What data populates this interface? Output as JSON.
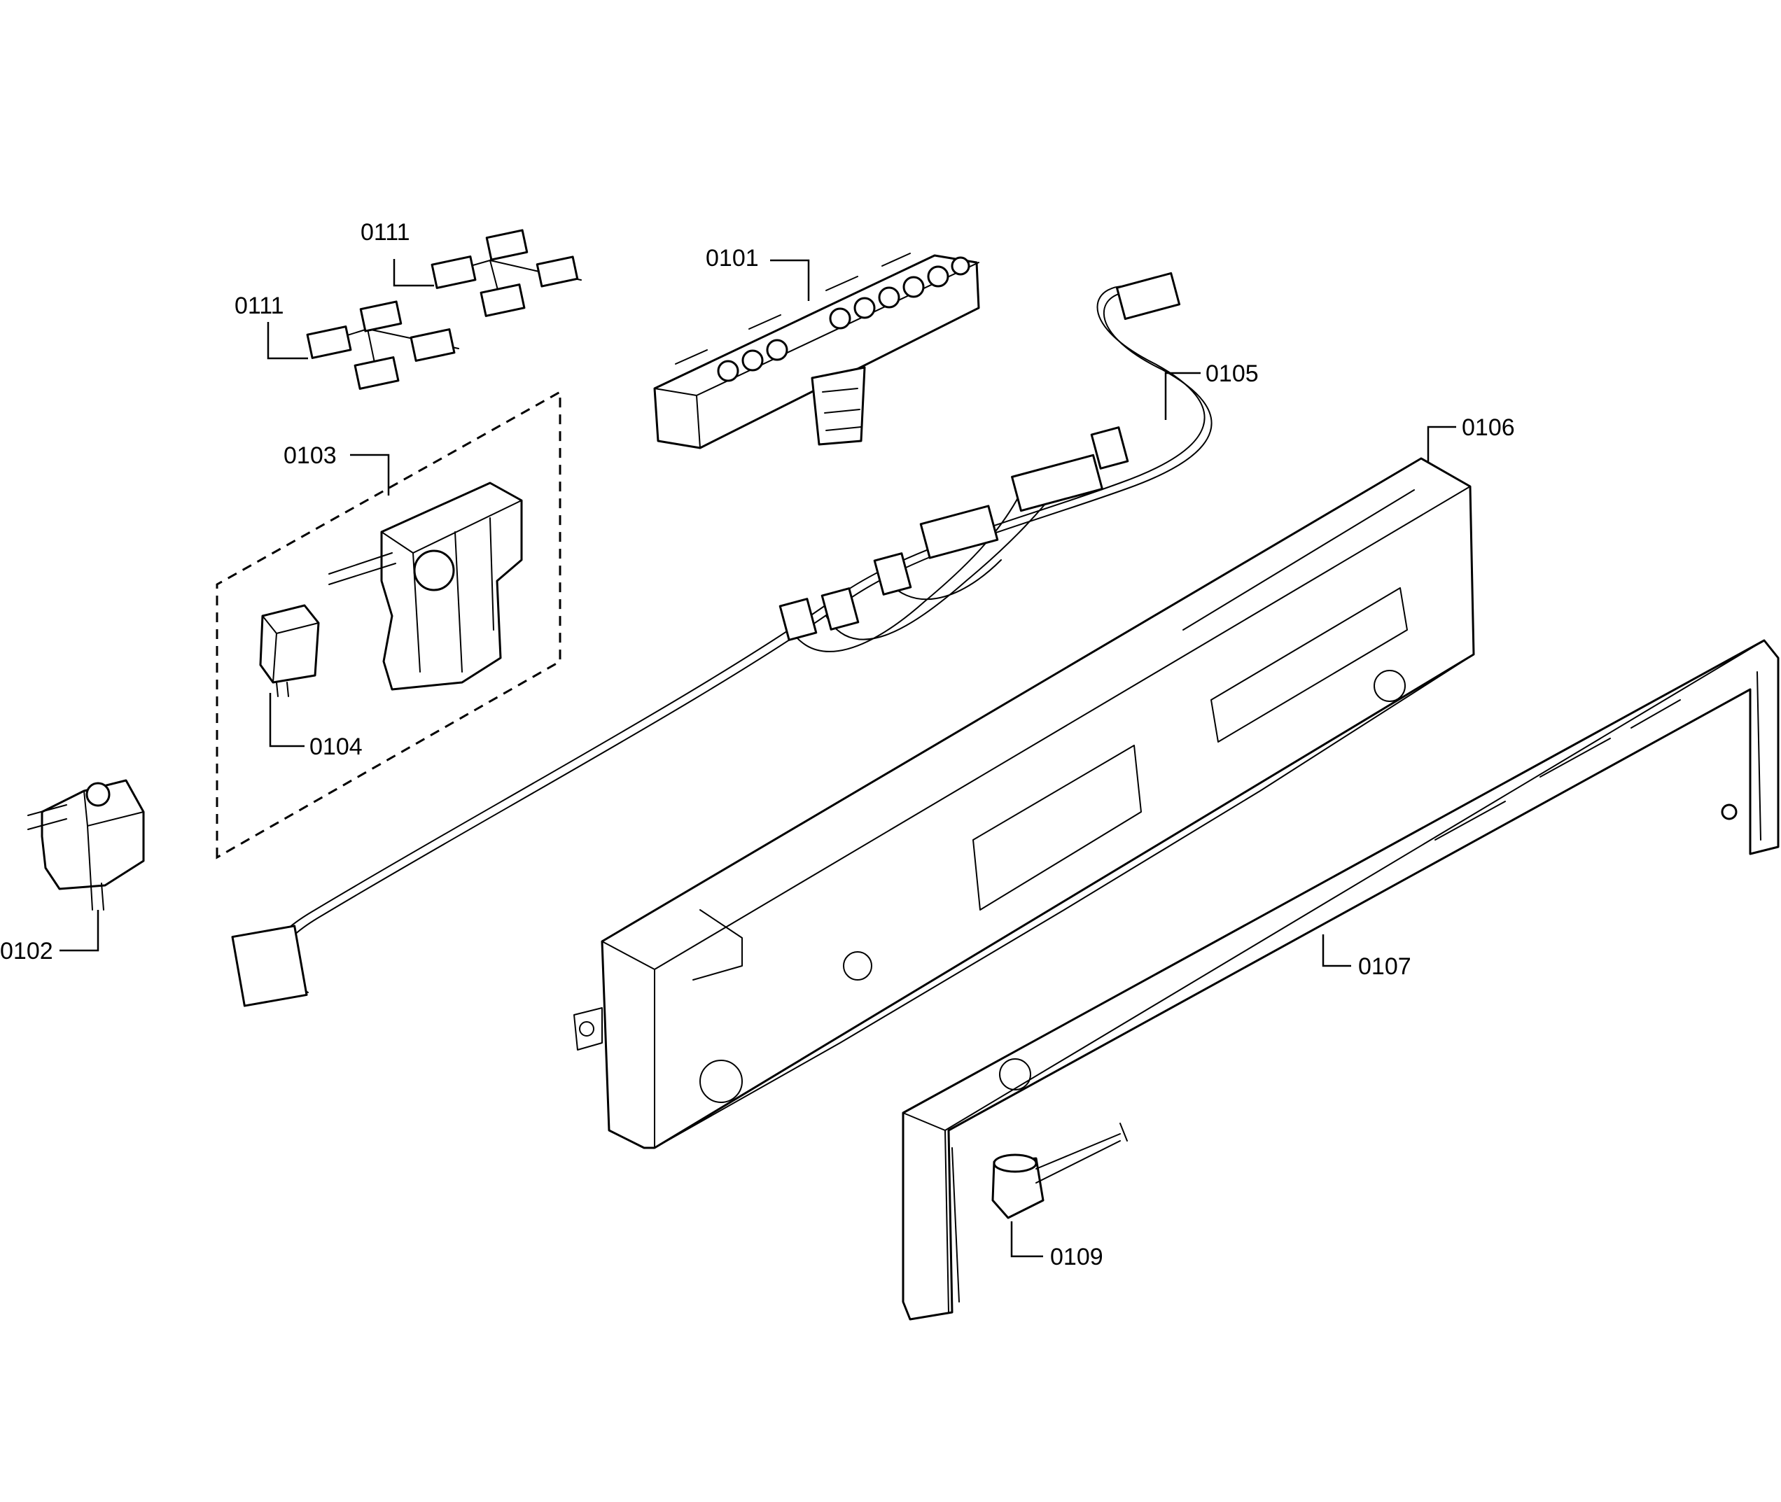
{
  "callouts": {
    "c0101": "0101",
    "c0102": "0102",
    "c0103": "0103",
    "c0104": "0104",
    "c0105": "0105",
    "c0106": "0106",
    "c0107": "0107",
    "c0109": "0109",
    "c0111a": "0111",
    "c0111b": "0111"
  }
}
